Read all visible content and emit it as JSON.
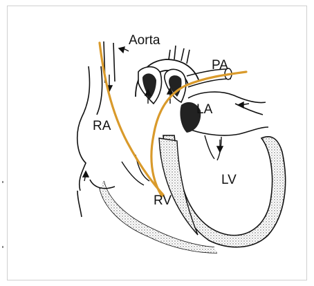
{
  "labels": {
    "aorta": "Aorta",
    "pa": "PA",
    "ra": "RA",
    "la": "LA",
    "rv": "RV",
    "lv": "LV"
  },
  "colors": {
    "catheter": "#d99a2b",
    "outline": "#111111",
    "myocardium_fill": "#dcdcdc",
    "frame_border": "#cfcfcf"
  }
}
